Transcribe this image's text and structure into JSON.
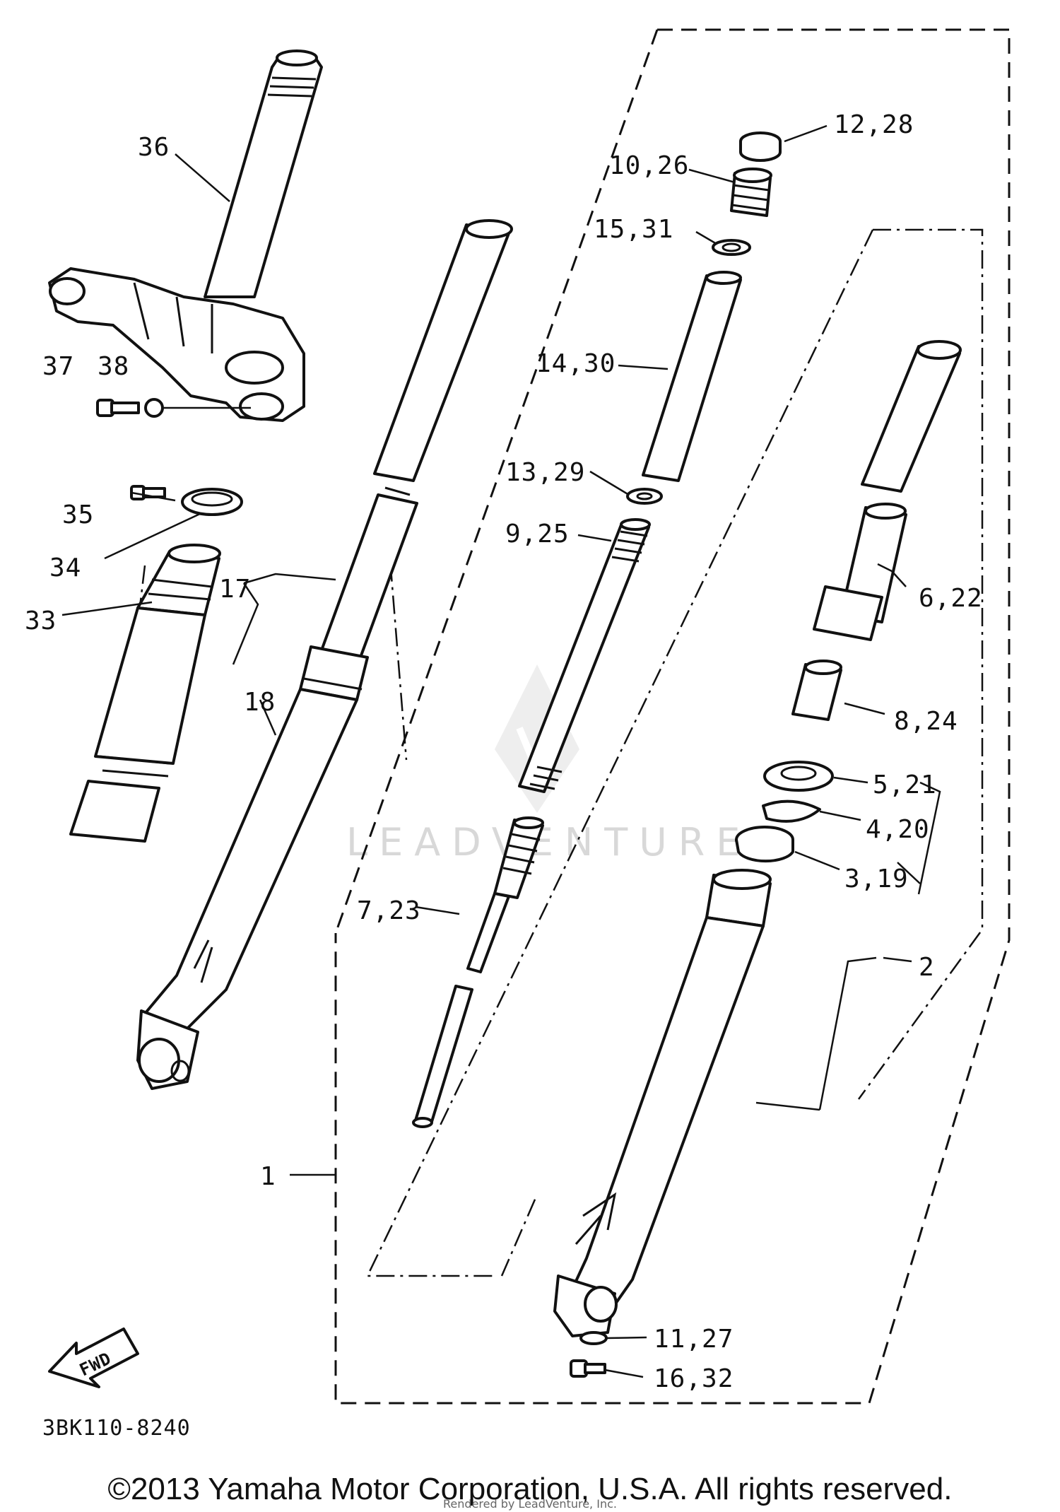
{
  "diagram_code": "3BK110-8240",
  "fwd_label": "FWD",
  "watermark": "LEADVENTURE",
  "copyright": "©2013 Yamaha Motor Corporation, U.S.A. All rights reserved.",
  "rendered_by": "Rendered by LeadVenture, Inc.",
  "callouts": [
    {
      "id": "c36",
      "text": "36"
    },
    {
      "id": "c37",
      "text": "37"
    },
    {
      "id": "c38",
      "text": "38"
    },
    {
      "id": "c35",
      "text": "35"
    },
    {
      "id": "c34",
      "text": "34"
    },
    {
      "id": "c33",
      "text": "33"
    },
    {
      "id": "c17",
      "text": "17"
    },
    {
      "id": "c18",
      "text": "18"
    },
    {
      "id": "c12",
      "text": "12,28"
    },
    {
      "id": "c10",
      "text": "10,26"
    },
    {
      "id": "c15",
      "text": "15,31"
    },
    {
      "id": "c14",
      "text": "14,30"
    },
    {
      "id": "c13",
      "text": "13,29"
    },
    {
      "id": "c9",
      "text": "9,25"
    },
    {
      "id": "c6",
      "text": "6,22"
    },
    {
      "id": "c8",
      "text": "8,24"
    },
    {
      "id": "c5",
      "text": "5,21"
    },
    {
      "id": "c4",
      "text": "4,20"
    },
    {
      "id": "c3",
      "text": "3,19"
    },
    {
      "id": "c2",
      "text": "2"
    },
    {
      "id": "c7",
      "text": "7,23"
    },
    {
      "id": "c1",
      "text": "1"
    },
    {
      "id": "c11",
      "text": "11,27"
    },
    {
      "id": "c16",
      "text": "16,32"
    }
  ]
}
